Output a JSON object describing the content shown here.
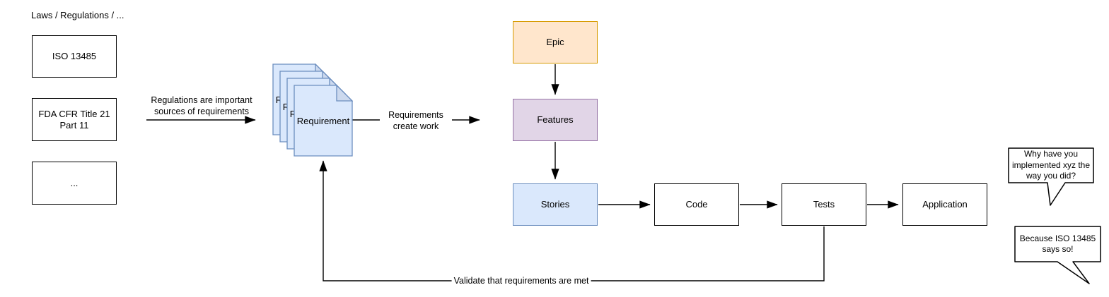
{
  "diagram": {
    "laws_group_title": "Laws / Regulations / ...",
    "sources": {
      "iso": "ISO 13485",
      "fda": "FDA CFR Title 21 Part 11",
      "more": "..."
    },
    "requirement_doc_label": "Requirement",
    "work_items": {
      "epic": "Epic",
      "features": "Features",
      "stories": "Stories"
    },
    "artifacts": {
      "code": "Code",
      "tests": "Tests",
      "application": "Application"
    },
    "edges": {
      "regulations_to_requirements": "Regulations are important sources of requirements",
      "requirements_create_work": "Requirements create work",
      "validate_loop": "Validate that requirements are met"
    },
    "speech": {
      "question": "Why have you implemented xyz the way you did?",
      "answer": "Because ISO 13485 says so!"
    },
    "colors": {
      "epic_fill": "#ffe6cc",
      "epic_stroke": "#d79b00",
      "features_fill": "#e1d5e7",
      "features_stroke": "#9673a6",
      "stories_fill": "#dae8fc",
      "stories_stroke": "#6c8ebf",
      "document_fill": "#dae8fc",
      "document_stroke": "#6c8ebf",
      "document_fold": "#ccd9ee",
      "plain_box_stroke": "#000000",
      "connector": "#000000"
    }
  }
}
